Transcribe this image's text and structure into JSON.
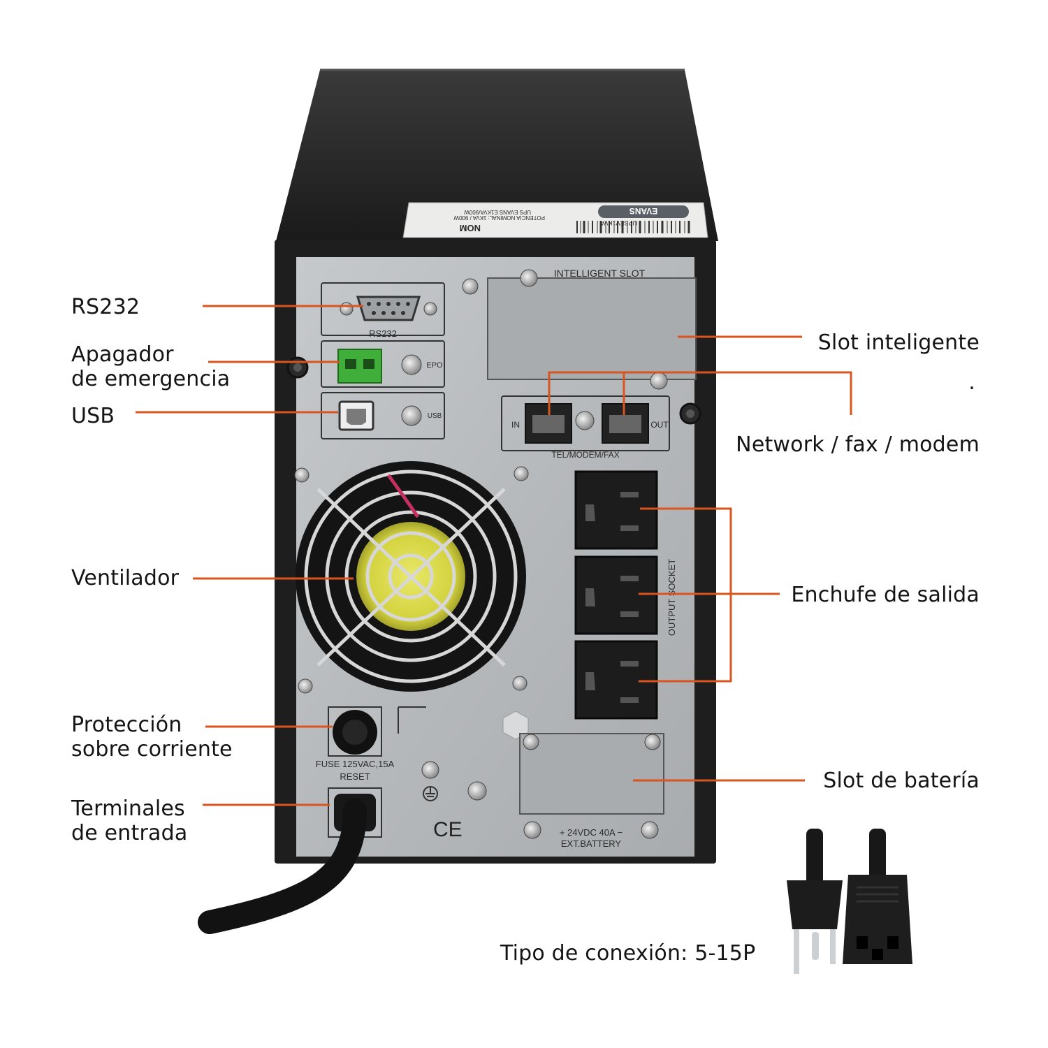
{
  "callouts": {
    "rs232": "RS232",
    "epo_line1": "Apagador",
    "epo_line2": "de emergencia",
    "usb": "USB",
    "fan": "Ventilador",
    "overcurrent_line1": "Protección",
    "overcurrent_line2": "sobre corriente",
    "input_line1": "Terminales",
    "input_line2": "de entrada",
    "intelligent_slot": "Slot inteligente",
    "network": "Network / fax / modem",
    "output_socket": "Enchufe de salida",
    "battery_slot": "Slot de batería",
    "connection_type": "Tipo de conexión: 5-15P",
    "stray_dot": "."
  },
  "panel_text": {
    "intelligent_slot": "INTELLIGENT SLOT",
    "rs232": "RS232",
    "epo": "EPO",
    "usb": "USB",
    "tel_in": "IN",
    "tel_out": "OUT",
    "tel_label": "TEL/MODEM/FAX",
    "output_socket": "OUTPUT SOCKET",
    "fuse": "FUSE 125VAC,15A",
    "reset": "RESET",
    "ce": "CE",
    "battery_rating": "+ 24VDC 40A −",
    "ext_battery": "EXT.BATTERY",
    "brand": "EVANS",
    "nom": "NOM",
    "model": "UPSEV1KVA",
    "label_line1": "UPS EVANS E1KVA/900W",
    "label_line2": "POTENCIA NOMINAL: 1KVA / 900W"
  },
  "colors": {
    "leader": "#d9541e",
    "case": "#1c1c1c",
    "panel": "#b9bcbf",
    "text": "#141414"
  }
}
